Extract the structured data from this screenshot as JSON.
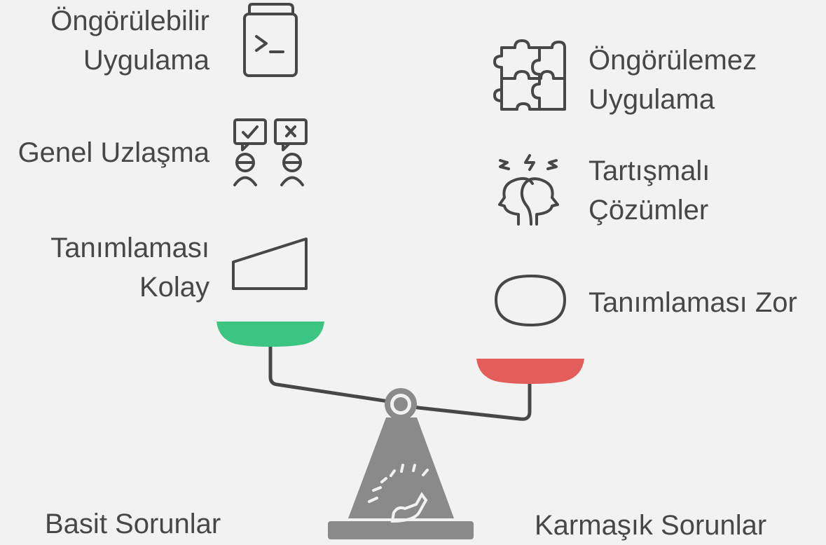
{
  "left_labels": {
    "predictable_line1": "Öngörülebilir",
    "predictable_line2": "Uygulama",
    "consensus": "Genel Uzlaşma",
    "easy_line1": "Tanımlaması",
    "easy_line2": "Kolay",
    "bottom": "Basit Sorunlar"
  },
  "right_labels": {
    "unpredictable_line1": "Öngörülemez",
    "unpredictable_line2": "Uygulama",
    "controversial_line1": "Tartışmalı",
    "controversial_line2": "Çözümler",
    "hard": "Tanımlaması Zor",
    "bottom": "Karmaşık Sorunlar"
  },
  "colors": {
    "left_pan": "#3cc483",
    "right_pan": "#e35d5a",
    "scale_base": "#8a8a8a",
    "text": "#474747",
    "background": "#f2f2f2"
  },
  "icons": {
    "predictable": "terminal-book-icon",
    "consensus": "agreeing-people-icon",
    "easy": "trapezoid-shape-icon",
    "unpredictable": "puzzle-icon",
    "controversial": "arguing-heads-icon",
    "hard": "rounded-blob-shape-icon"
  }
}
